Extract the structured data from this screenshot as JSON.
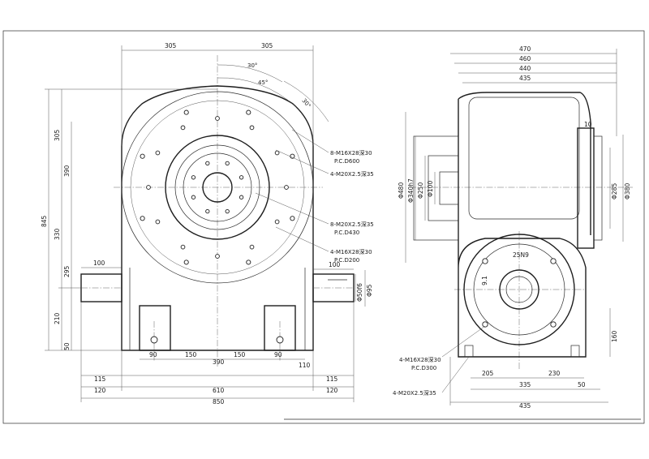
{
  "front_view": {
    "top_dims": [
      "305",
      "305"
    ],
    "angles": [
      "30°",
      "45°",
      "30°"
    ],
    "left_dims": [
      "845",
      "305",
      "390",
      "330",
      "295",
      "210",
      "50"
    ],
    "flange_dims": [
      "100",
      "100"
    ],
    "shaft_dims": [
      "Φ50f6",
      "Φ95"
    ],
    "bottom_dims": {
      "row1": [
        "90",
        "150",
        "390",
        "150",
        "90",
        "110"
      ],
      "row2": [
        "115",
        "115"
      ],
      "row3": [
        "120",
        "610",
        "120"
      ],
      "row4": [
        "850"
      ]
    },
    "callouts": [
      {
        "line1": "8-M16X28深30",
        "line2": "P.C.D600"
      },
      {
        "line1": "4-M20X2.5深35",
        "line2": ""
      },
      {
        "line1": "8-M20X2.5深35",
        "line2": "P.C.D430"
      },
      {
        "line1": "4-M16X28深30",
        "line2": "P.C.D200"
      }
    ]
  },
  "side_view": {
    "top_dims": [
      "470",
      "460",
      "440",
      "435"
    ],
    "left_dims": [
      "Φ480",
      "Φ340h7",
      "Φ250",
      "Φ100"
    ],
    "right_dims": [
      "Φ285",
      "Φ380"
    ],
    "small_dims": [
      "10",
      "25N9",
      "9.1",
      "160"
    ],
    "bottom_dims": [
      "205",
      "230",
      "335",
      "50",
      "435"
    ],
    "callouts": [
      {
        "line1": "4-M16X28深30",
        "line2": "P.C.D300"
      },
      {
        "line1": "4-M20X2.5深35",
        "line2": ""
      }
    ]
  }
}
